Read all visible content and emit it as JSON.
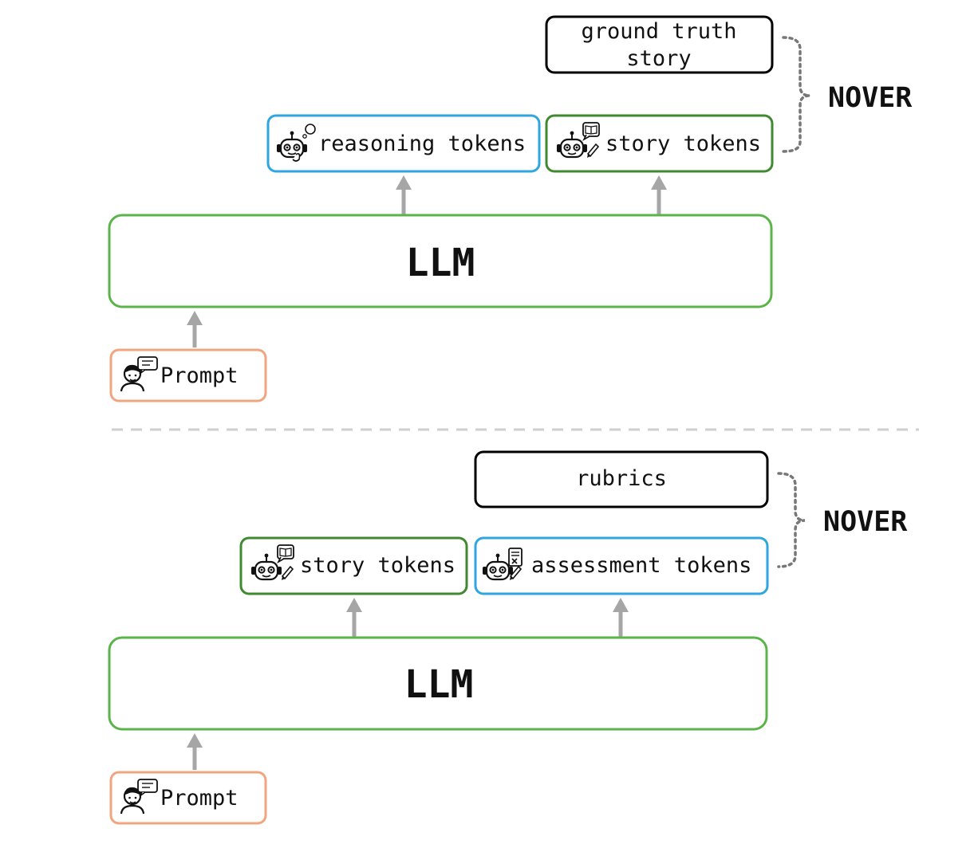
{
  "top": {
    "reference_box": "ground truth story",
    "reference_lines": [
      "ground truth",
      "story"
    ],
    "left_output": "reasoning tokens",
    "right_output": "story tokens",
    "model": "LLM",
    "prompt": "Prompt",
    "bracket_label": "NOVER"
  },
  "bottom": {
    "reference_box": "rubrics",
    "left_output": "story tokens",
    "right_output": "assessment tokens",
    "model": "LLM",
    "prompt": "Prompt",
    "bracket_label": "NOVER"
  },
  "colors": {
    "llm_border": "#5bb44a",
    "story_border": "#3f8a2f",
    "blue_border": "#2ea6df",
    "prompt_border": "#f1a57f",
    "reference_border": "#000000",
    "arrow": "#a6a6a6",
    "divider": "#cfcfcf",
    "bracket": "#777777"
  },
  "icons": {
    "top_left_output": "robot-thinking-icon",
    "top_right_output": "robot-book-icon",
    "bottom_left_output": "robot-book-icon",
    "bottom_right_output": "robot-checklist-icon",
    "prompt": "person-speech-icon"
  }
}
